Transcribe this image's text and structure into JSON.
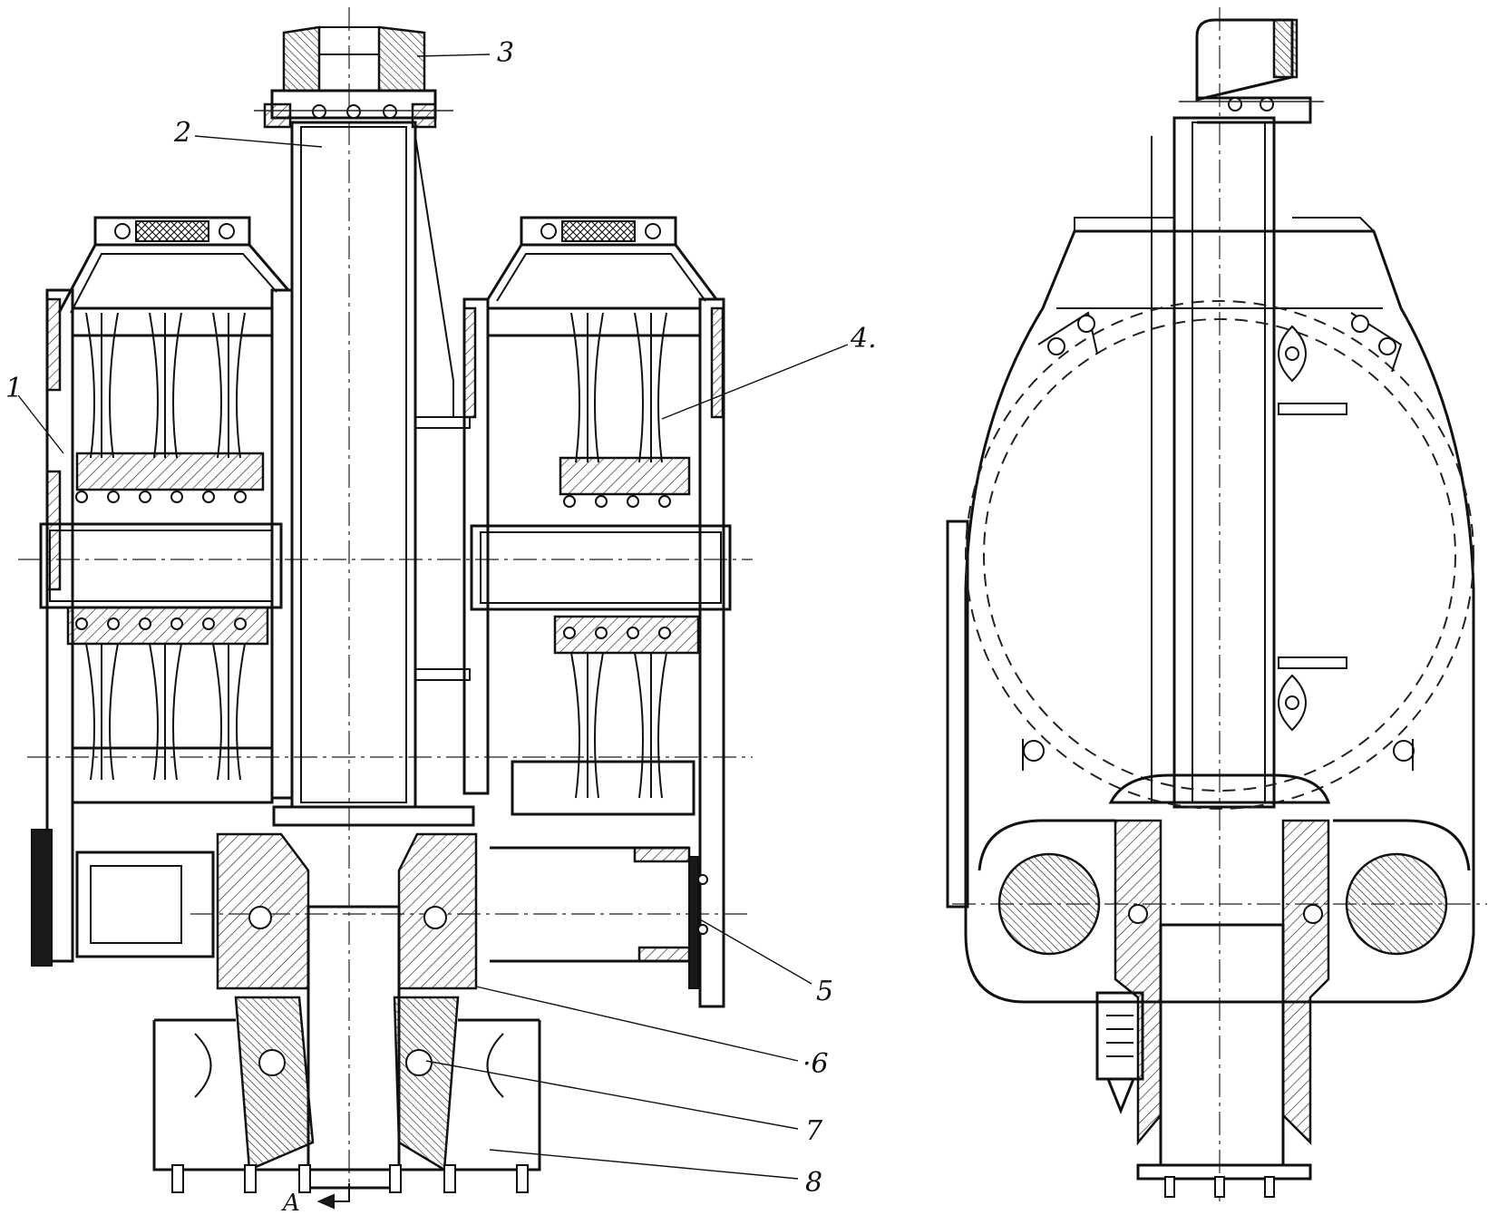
{
  "callouts": {
    "c1": "1",
    "c2": "2",
    "c3": "3",
    "c4": "4.",
    "c5": "5",
    "c6": "·6",
    "c7": "7",
    "c8": "8",
    "section_mark": "A"
  }
}
